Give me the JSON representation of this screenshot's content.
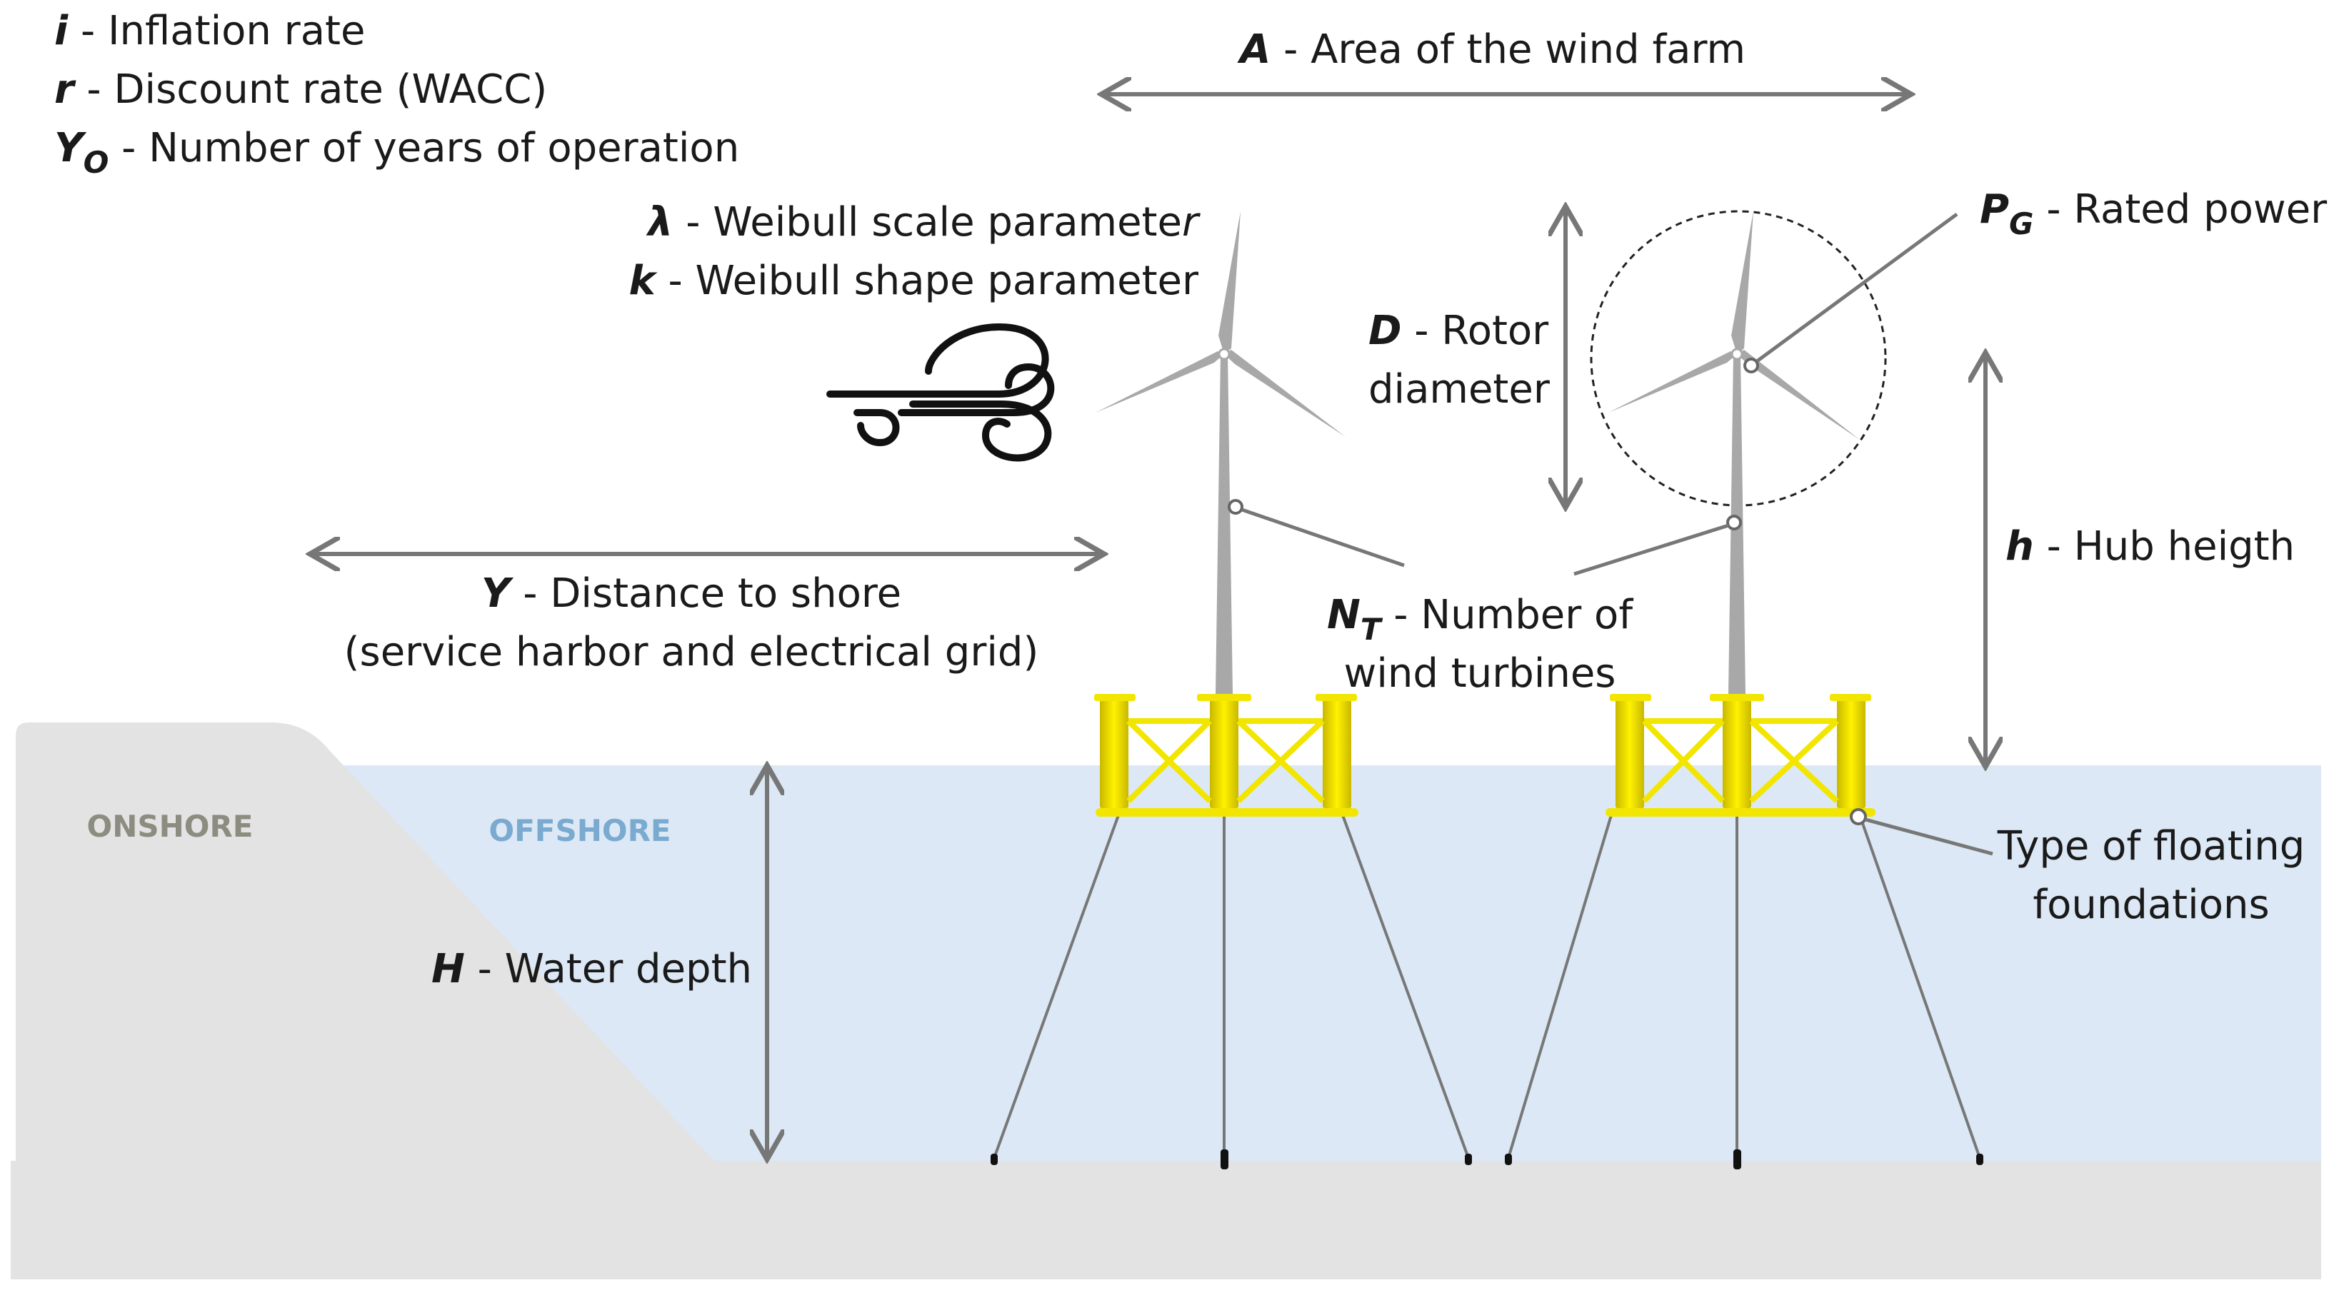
{
  "parameters": {
    "inflation": {
      "symbol": "i",
      "text": " - Inflation rate"
    },
    "discount": {
      "symbol": "r",
      "text": " - Discount rate (WACC)"
    },
    "years": {
      "symbol": "Y",
      "subscript": "O",
      "text": " - Number of years of operation"
    },
    "weibull_scale": {
      "symbol": "λ",
      "text": " - Weibull scale paramete",
      "tail": "r"
    },
    "weibull_shape": {
      "symbol": "k",
      "text": " - Weibull shape parameter"
    },
    "area": {
      "symbol": "A",
      "text": " - Area of the wind farm"
    },
    "rated_power": {
      "symbol": "P",
      "subscript": "G",
      "text": " - Rated power"
    },
    "rotor": {
      "symbol": "D",
      "text": " - Rotor",
      "line2": "diameter"
    },
    "hub": {
      "symbol": "h",
      "text": " - Hub heigth"
    },
    "distance": {
      "symbol": "Y",
      "text": " - Distance to shore",
      "line2": "(service harbor and electrical grid)"
    },
    "turbines": {
      "symbol": "N",
      "subscript": "T",
      "text": " - Number of",
      "line2": "wind turbines"
    },
    "depth": {
      "symbol": "H",
      "text": " - Water depth"
    },
    "foundation": {
      "line1": "Type of floating",
      "line2": "foundations"
    }
  },
  "zones": {
    "onshore": "ONSHORE",
    "offshore": "OFFSHORE"
  },
  "icons": {
    "wind": "wind-icon"
  },
  "colors": {
    "water": "#dce8f5",
    "land": "#e3e3e3",
    "turbine": "#a8a8a8",
    "platform": "#f2e600",
    "arrow": "#777777",
    "onshore_text": "#8c8c80",
    "offshore_text": "#7aaad0"
  }
}
